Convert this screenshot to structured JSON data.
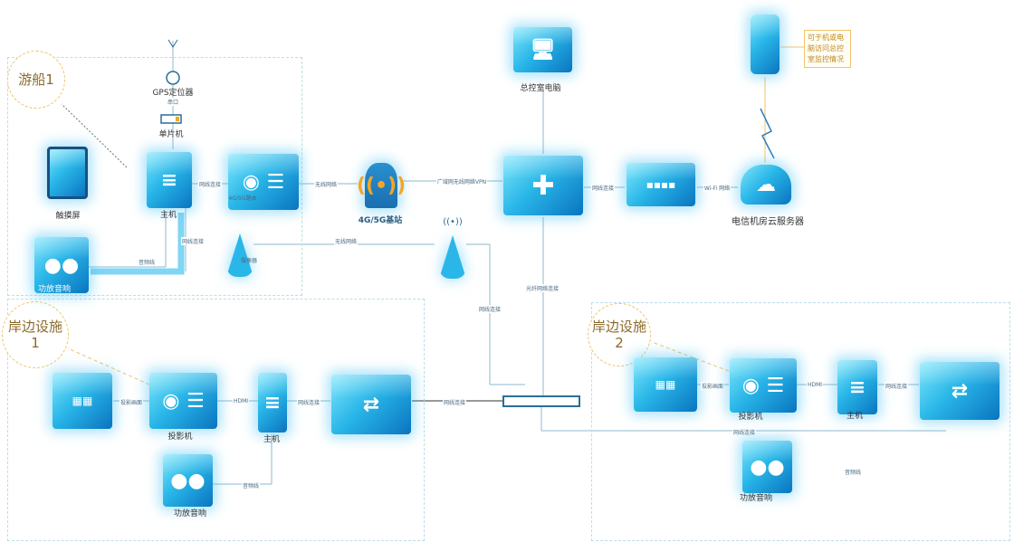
{
  "zones": {
    "boat": "游船1",
    "shore1": "岸边设施\n1",
    "shore2": "岸边设施\n2"
  },
  "boat": {
    "gps": "GPS定位器",
    "serial": "串口",
    "mcu": "单片机",
    "touch": "触摸屏",
    "host": "主机",
    "router": "4G/5G路由",
    "speaker": "功放音响",
    "camera": "摄像器",
    "wire_net": "网线连接",
    "wire_net2": "网线连接",
    "wire_audio": "音频线"
  },
  "center": {
    "tower": "4G/5G基站",
    "wan": "广域网无线网络VPN",
    "wireless": "无线网络",
    "wireless2": "无线网络",
    "pc": "总控室电脑",
    "net1": "网线连接",
    "wifi": "Wi-Fi 网络",
    "cloud": "电信机房云服务器",
    "note": "可于机或电脑访问总控室监控情况",
    "fiber": "光纤网络连接",
    "net2": "网线连接",
    "net3": "网线连接"
  },
  "shore1": {
    "screen": "投影画面",
    "projector": "投影机",
    "hdmi": "HDMI",
    "host": "主机",
    "net": "网线连接",
    "audio": "音频线",
    "speaker": "功放音响"
  },
  "shore2": {
    "screen": "投影画面",
    "projector": "投影机",
    "hdmi": "HDMI",
    "host": "主机",
    "net": "网线连接",
    "net_long": "网线连接",
    "audio": "音频线",
    "speaker": "功放音响"
  },
  "colors": {
    "accent": "#29b6e8",
    "zone": "#b9dfe8",
    "circle": "#f2c36b"
  }
}
